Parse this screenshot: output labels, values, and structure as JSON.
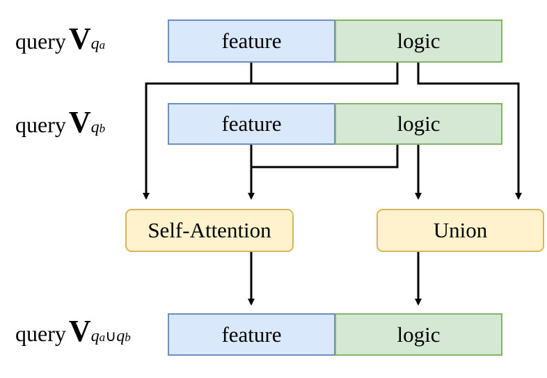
{
  "rows": [
    {
      "query_word": "query",
      "symbol": "V",
      "sub": "q",
      "subsub": "a",
      "feature": "feature",
      "logic": "logic"
    },
    {
      "query_word": "query",
      "symbol": "V",
      "sub": "q",
      "subsub": "b",
      "feature": "feature",
      "logic": "logic"
    },
    {
      "query_word": "query",
      "symbol": "V",
      "sub1": "q",
      "subsub1": "a",
      "union_sym": "∪",
      "sub2": "q",
      "subsub2": "b",
      "feature": "feature",
      "logic": "logic"
    }
  ],
  "ops": {
    "self_attention": "Self-Attention",
    "union": "Union"
  },
  "colors": {
    "feature_fill": "#dae8fc",
    "feature_stroke": "#6c8ebf",
    "logic_fill": "#d5e8d4",
    "logic_stroke": "#82b366",
    "op_fill": "#fff2cc",
    "op_stroke": "#d6b656",
    "edge": "#000000"
  }
}
